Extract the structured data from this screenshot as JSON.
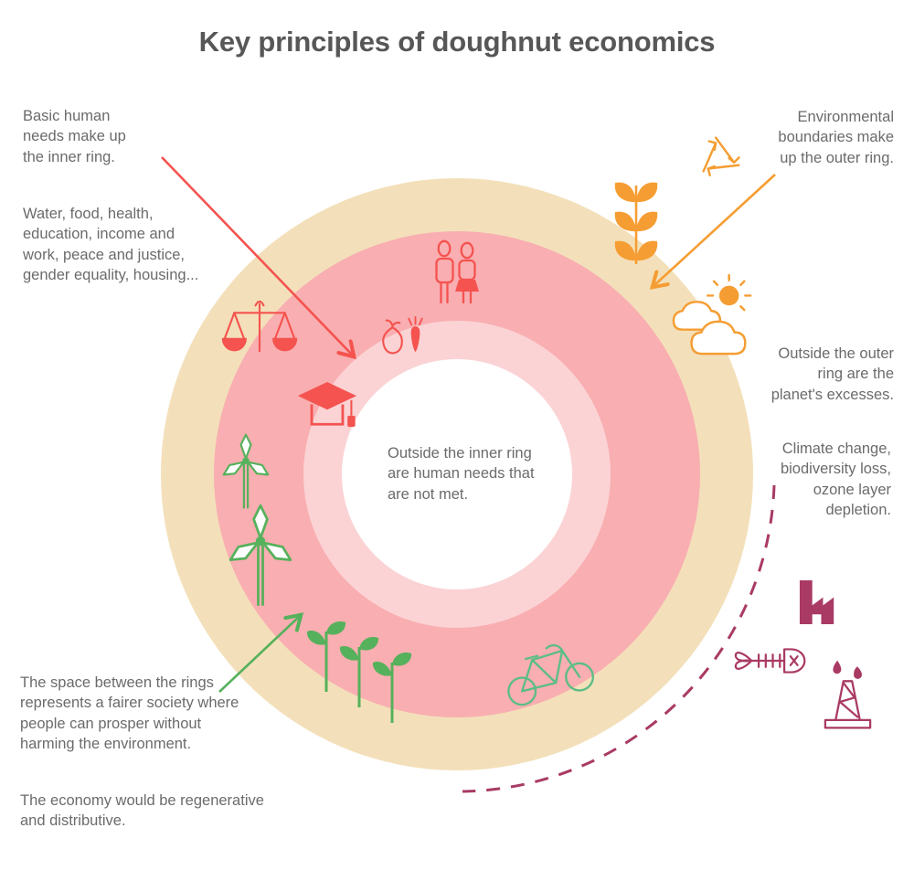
{
  "title": "Key principles of doughnut economics",
  "annotations": {
    "basic_needs": "Basic human\nneeds make up\nthe inner ring.",
    "needs_list": "Water, food, health,\neducation, income and\nwork, peace and justice,\ngender equality, housing...",
    "env_boundaries": "Environmental\nboundaries make\nup the outer ring.",
    "outside_outer": "Outside the outer\nring are the\nplanet's excesses.",
    "excesses_list": "Climate change,\nbiodiversity loss,\nozone layer\ndepletion.",
    "center_note": "Outside the inner ring\nare human needs that\nare not met.",
    "space_between": "The space between the rings\nrepresents a fairer society where\npeople can prosper without\nharming the environment.",
    "economy": "The economy would be regenerative\nand distributive."
  },
  "rings": [
    {
      "name": "outer-environmental-boundary",
      "color": "#f3e0ba"
    },
    {
      "name": "safe-and-just-space",
      "color": "#f9aeb1"
    },
    {
      "name": "inner-social-foundation",
      "color": "#fbd3d5"
    },
    {
      "name": "center-hole",
      "color": "#ffffff"
    }
  ],
  "icons": {
    "inner_human_needs": [
      "family",
      "pear-and-carrot",
      "scales-of-justice",
      "graduation-cap"
    ],
    "between_rings": [
      "wind-turbines",
      "seedlings",
      "bicycle"
    ],
    "environment": [
      "wheat",
      "recycling",
      "sun-behind-clouds"
    ],
    "excesses": [
      "factory",
      "fish-skeleton",
      "oil-derrick"
    ]
  },
  "colors": {
    "outer_ring": "#f3e0ba",
    "middle_ring": "#f9aeb1",
    "inner_ring": "#fbd3d5",
    "hole": "#ffffff",
    "red": "#f4534f",
    "orange": "#f59d32",
    "green": "#56b15c",
    "teal": "#5dbd85",
    "maroon": "#a93a64",
    "text": "#6b6b6b",
    "title": "#575757"
  }
}
